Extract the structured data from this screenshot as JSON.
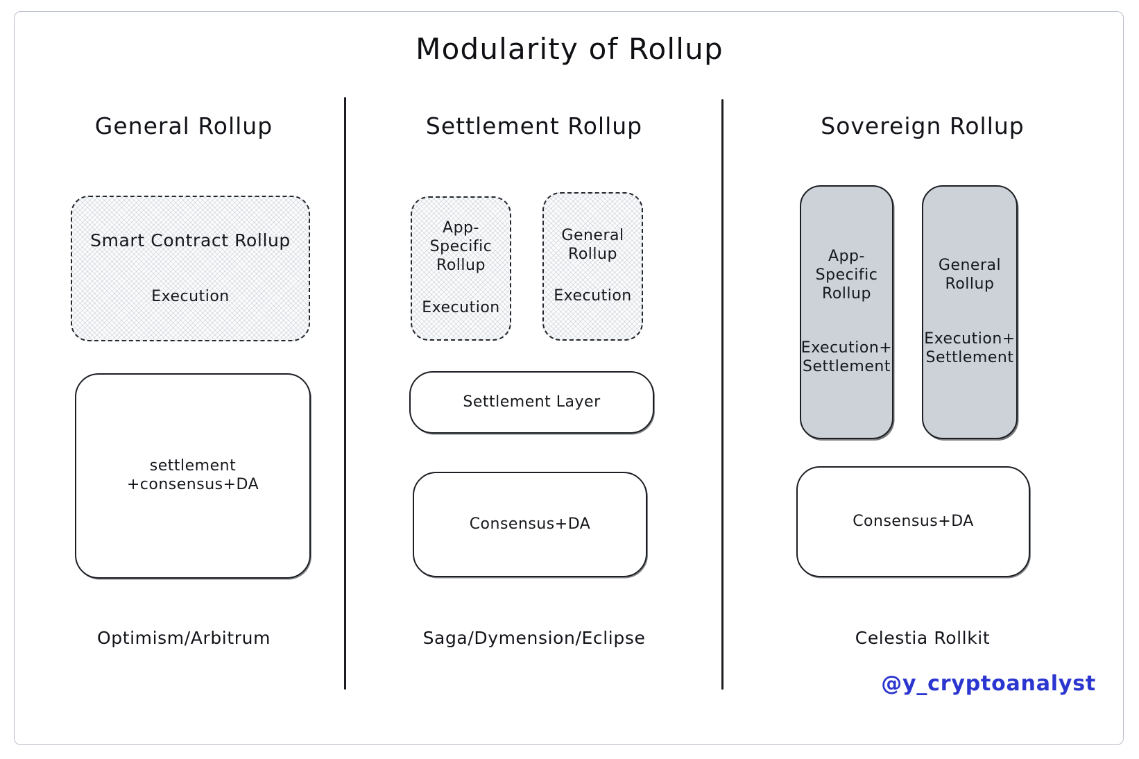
{
  "title": "Modularity of Rollup",
  "columns": [
    {
      "heading": "General Rollup",
      "footer": "Optimism/Arbitrum",
      "boxes": [
        {
          "style": "hatch",
          "lines": [
            "Smart Contract Rollup"
          ],
          "sub": [
            "Execution"
          ]
        }
      ],
      "base": {
        "style": "plain",
        "lines": [
          "settlement",
          "+consensus+DA"
        ]
      }
    },
    {
      "heading": "Settlement Rollup",
      "footer": "Saga/Dymension/Eclipse",
      "boxes": [
        {
          "style": "hatch",
          "lines": [
            "App-Specific",
            "Rollup"
          ],
          "sub": [
            "Execution"
          ]
        },
        {
          "style": "hatch",
          "lines": [
            "General",
            "Rollup"
          ],
          "sub": [
            "Execution"
          ]
        }
      ],
      "middle": {
        "style": "plain",
        "lines": [
          "Settlement Layer"
        ]
      },
      "base": {
        "style": "plain",
        "lines": [
          "Consensus+DA"
        ]
      }
    },
    {
      "heading": "Sovereign Rollup",
      "footer": "Celestia Rollkit",
      "boxes": [
        {
          "style": "grey",
          "lines": [
            "App-Specific",
            "Rollup"
          ],
          "sub": [
            "Execution+",
            "Settlement"
          ]
        },
        {
          "style": "grey",
          "lines": [
            "General",
            "Rollup"
          ],
          "sub": [
            "Execution+",
            "Settlement"
          ]
        }
      ],
      "base": {
        "style": "plain",
        "lines": [
          "Consensus+DA"
        ]
      }
    }
  ],
  "signature": "@y_cryptoanalyst",
  "colors": {
    "ink": "#16181c",
    "grey_fill": "#ccd2d8",
    "signature": "#2b35cf",
    "frame": "#b9bfc9"
  }
}
